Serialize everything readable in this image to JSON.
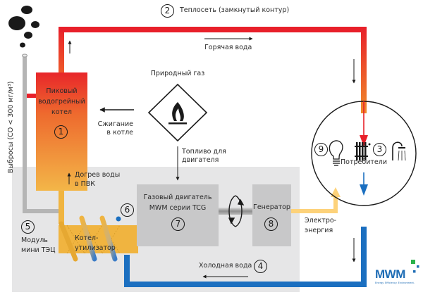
{
  "title": "Схема мини-ТЭЦ MWM",
  "labels": {
    "heat_network": "Теплосеть (замкнутый контур)",
    "hot_water": "Горячая вода",
    "cold_water": "Холодная вода",
    "natural_gas": "Природный газ",
    "combustion_line1": "Сжигание",
    "combustion_line2": "в котле",
    "engine_fuel_line1": "Топливо для",
    "engine_fuel_line2": "двигателя",
    "emissions": "Выбросы (CO < 300 мг/м³)",
    "boiler_line1": "Пиковый",
    "boiler_line2": "водогрейный",
    "boiler_line3": "котел",
    "reheat_line1": "Догрев воды",
    "reheat_line2": "в ПВК",
    "module_line1": "Модуль",
    "module_line2": "мини ТЭЦ",
    "recovery_line1": "Котел-",
    "recovery_line2": "утилизатор",
    "engine_line1": "Газовый двигатель",
    "engine_line2": "MWM серии TCG",
    "generator": "Генератор",
    "electricity_line1": "Электро-",
    "electricity_line2": "энергия",
    "consumers": "Потребители"
  },
  "numbers": {
    "boiler": "1",
    "heat_network": "2",
    "heat_consumers": "3",
    "cold_water": "4",
    "module": "5",
    "recovery_boiler": "6",
    "engine": "7",
    "generator": "8",
    "electric_consumers": "9"
  },
  "logo": {
    "brand": "MWM",
    "tagline": "Energy. Efficiency. Environment."
  },
  "colors": {
    "hot_pipe": "#e8202a",
    "warm_pipe": "#f08a2a",
    "cold_pipe": "#1b6fc0",
    "electric": "#fdd27a",
    "recovery": "#f0b440",
    "module_bg": "#e6e6e7",
    "engine_box": "#c8c8c9",
    "exhaust": "#b8b8b8",
    "logo_blue": "#1f6db5",
    "logo_green": "#2bb24c"
  }
}
